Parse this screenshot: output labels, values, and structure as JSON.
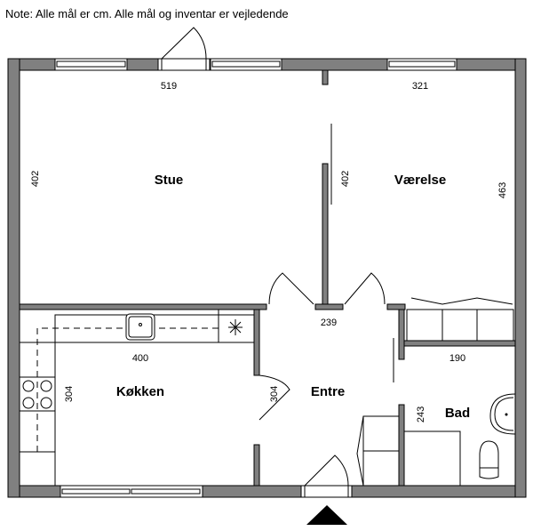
{
  "note": "Note: Alle mål er cm. Alle mål og inventar er vejledende",
  "rooms": {
    "stue": "Stue",
    "vaerelse": "Værelse",
    "kokken": "Køkken",
    "entre": "Entre",
    "bad": "Bad"
  },
  "dimensions": {
    "stue_width": "519",
    "stue_height": "402",
    "vaerelse_width": "321",
    "vaerelse_height_left": "402",
    "vaerelse_height_right": "463",
    "entre_width": "239",
    "entre_height": "304",
    "kokken_width": "400",
    "kokken_height": "304",
    "bad_width": "190",
    "bad_height": "243"
  },
  "colors": {
    "wall": "#808080"
  }
}
